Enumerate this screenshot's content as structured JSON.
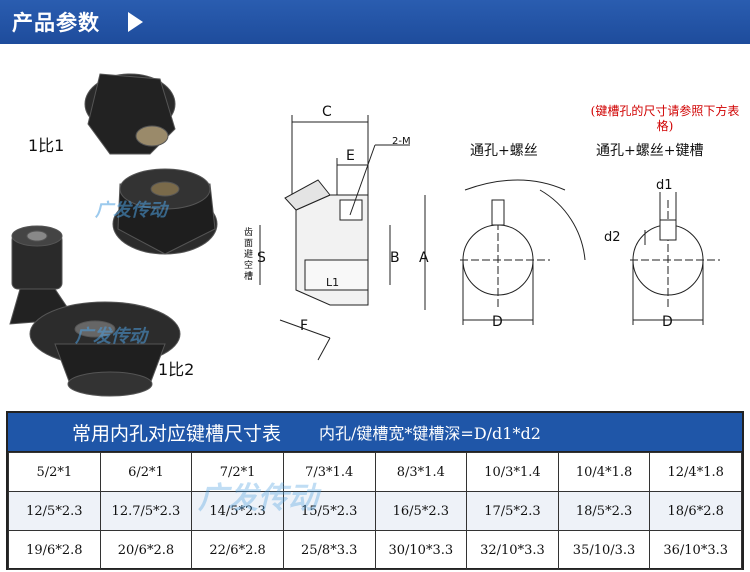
{
  "header": {
    "title": "产品参数"
  },
  "photos": {
    "ratio_1": "1比1",
    "ratio_2": "1比2",
    "watermark_brand": "广发传动"
  },
  "drawing": {
    "labels": {
      "C": "C",
      "E": "E",
      "M": "2-M",
      "S": "S",
      "B": "B",
      "A": "A",
      "L1": "L1",
      "F": "F",
      "side_note": "齿面避空槽"
    },
    "through_hole_screw": "通孔+螺丝",
    "through_hole_screw_key": "通孔+螺丝+键槽",
    "key_note": "(键槽孔的尺寸请参照下方表格)",
    "D_left": "D",
    "D_right": "D",
    "d1": "d1",
    "d2": "d2"
  },
  "table": {
    "title": "常用内孔对应键槽尺寸表",
    "subtitle": "内孔/键槽宽*键槽深=D/d1*d2",
    "rows": [
      [
        "5/2*1",
        "6/2*1",
        "7/2*1",
        "7/3*1.4",
        "8/3*1.4",
        "10/3*1.4",
        "10/4*1.8",
        "12/4*1.8"
      ],
      [
        "12/5*2.3",
        "12.7/5*2.3",
        "14/5*2.3",
        "15/5*2.3",
        "16/5*2.3",
        "17/5*2.3",
        "18/5*2.3",
        "18/6*2.8"
      ],
      [
        "19/6*2.8",
        "20/6*2.8",
        "22/6*2.8",
        "25/8*3.3",
        "30/10*3.3",
        "32/10*3.3",
        "35/10/3.3",
        "36/10*3.3"
      ]
    ]
  }
}
